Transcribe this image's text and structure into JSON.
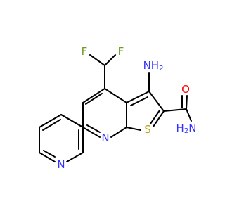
{
  "colors": {
    "bond": "#000000",
    "nitrogen": "#3333ff",
    "oxygen": "#ff0000",
    "sulfur": "#b8a000",
    "fluorine": "#6a9e1f",
    "background": "#ffffff"
  },
  "atoms": {
    "f1": "F",
    "f2": "F",
    "nh2_amino": "NH",
    "nh2_amino_sub": "2",
    "o_amide": "O",
    "nh2_amide": "H",
    "nh2_amide_sub": "2",
    "nh2_amide_n": "N",
    "s_thiophene": "S",
    "n_pyridine": "N",
    "n_pyridyl": "N"
  }
}
